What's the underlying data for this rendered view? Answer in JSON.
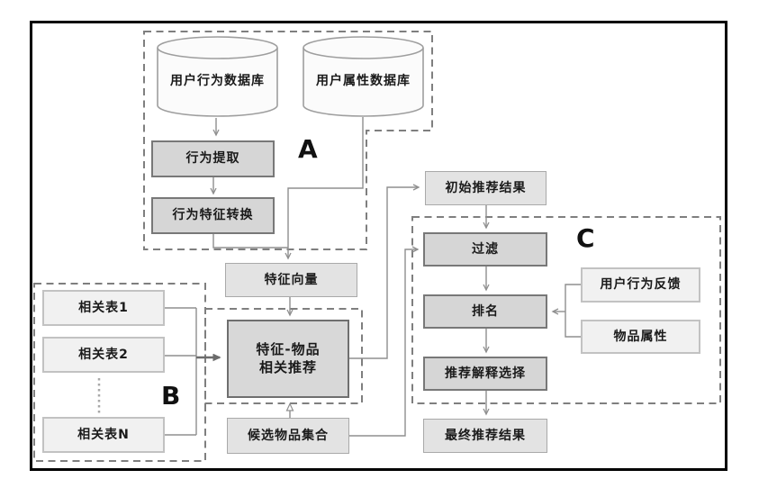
{
  "regions": {
    "a": "A",
    "b": "B",
    "c": "C"
  },
  "nodes": {
    "user_behavior_db": "用户行为数据库",
    "user_attribute_db": "用户属性数据库",
    "behavior_extraction": "行为提取",
    "behavior_feature_conversion": "行为特征转换",
    "feature_vector": "特征向量",
    "related_table_1": "相关表1",
    "related_table_2": "相关表2",
    "related_table_n": "相关表N",
    "feature_item_line1": "特征-物品",
    "feature_item_line2": "相关推荐",
    "candidate_item_set": "候选物品集合",
    "initial_recommendation_result": "初始推荐结果",
    "filter": "过滤",
    "ranking": "排名",
    "user_behavior_feedback": "用户行为反馈",
    "item_attribute": "物品属性",
    "recommendation_explanation_selection": "推荐解释选择",
    "final_recommendation_result": "最终推荐结果"
  },
  "colors": {
    "process_fill": "#d6d6d6",
    "process_border": "#787878",
    "emphasis_fill": "#d8d8d8",
    "emphasis_border": "#6f6f6f",
    "result_fill": "#e3e3e3",
    "result_border": "#a9a9a9",
    "input_fill": "#f1f1f1",
    "input_border": "#c2c2c2",
    "connector": "#8f8f8f",
    "dashed_region": "#7f7f7f",
    "frame_border": "#000000",
    "background": "#ffffff"
  }
}
